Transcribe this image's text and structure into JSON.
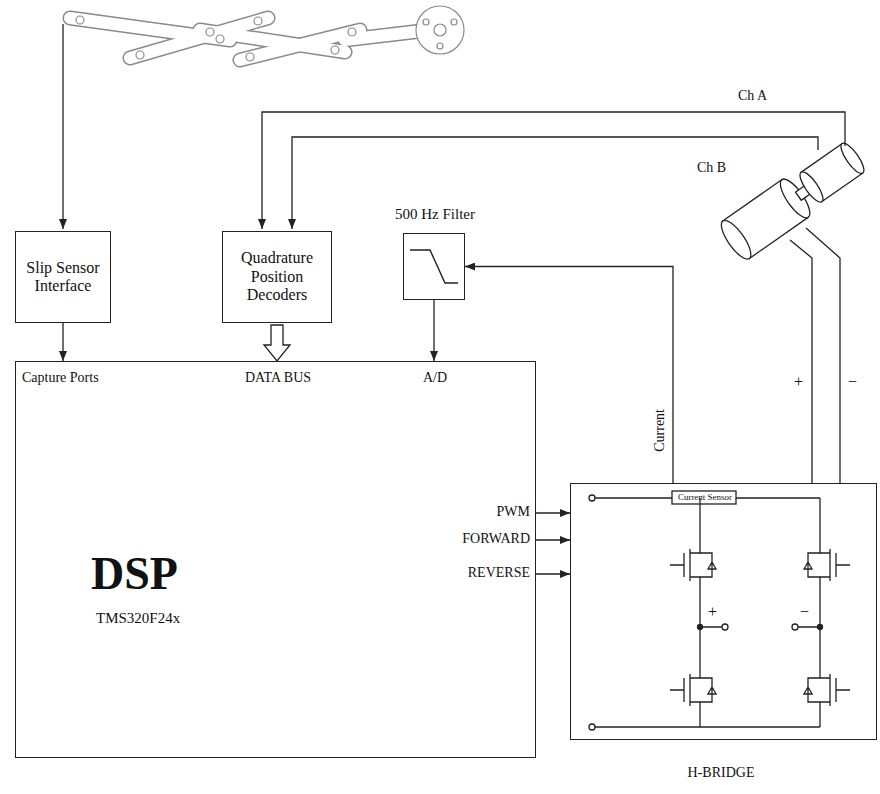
{
  "diagram": {
    "nodes": [
      {
        "text": [
          "Slip Sensor Interface"
        ]
      },
      {
        "text": [
          "Quadrature Position Decoders"
        ]
      },
      {
        "text": [
          "500 Hz Filter"
        ]
      },
      {
        "text": [
          "Capture Ports",
          "DATA BUS",
          "A/D",
          "DSP",
          "TMS320F24x"
        ]
      },
      {
        "text": [
          "Current Sensor",
          "H-BRIDGE"
        ]
      }
    ],
    "edges": [
      {
        "from": 0,
        "to": 3,
        "arrow": "to"
      },
      {
        "from": 1,
        "to": 3,
        "arrow": "to"
      },
      {
        "from": 2,
        "to": 3,
        "arrow": "to"
      },
      {
        "from": 3,
        "to": 4,
        "label": "PWM",
        "arrow": "to"
      },
      {
        "from": 3,
        "to": 4,
        "label": "FORWARD",
        "arrow": "to"
      },
      {
        "from": 3,
        "to": 4,
        "label": "REVERSE",
        "arrow": "to"
      },
      {
        "from": 4,
        "to": 2,
        "label": "Current",
        "arrow": "to"
      }
    ],
    "labels": [
      "Ch A",
      "Ch B",
      "+",
      "−",
      "+",
      "−"
    ]
  }
}
